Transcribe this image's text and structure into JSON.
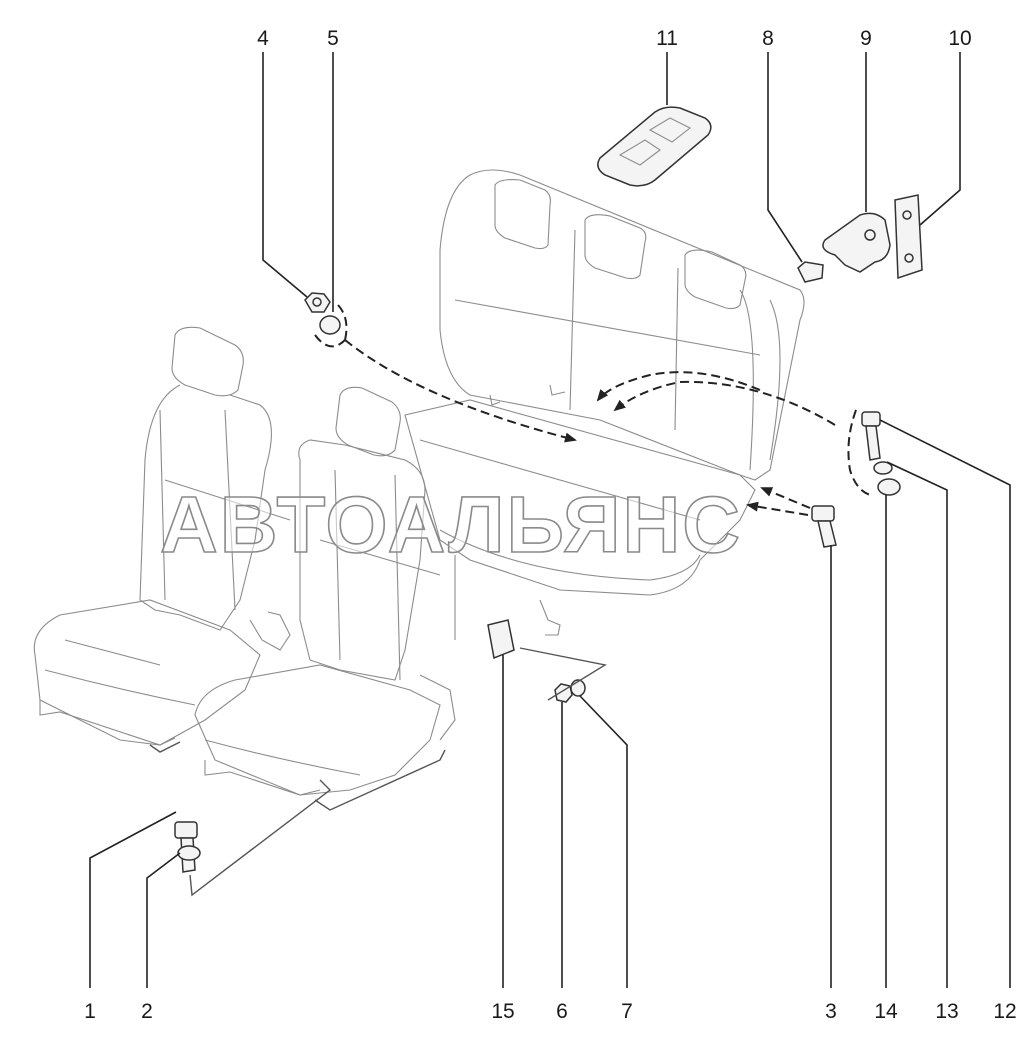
{
  "watermark": "АВТОАЛЬЯНС",
  "callouts": [
    {
      "id": "c1",
      "label": "1"
    },
    {
      "id": "c2",
      "label": "2"
    },
    {
      "id": "c3",
      "label": "3"
    },
    {
      "id": "c4",
      "label": "4"
    },
    {
      "id": "c5",
      "label": "5"
    },
    {
      "id": "c6",
      "label": "6"
    },
    {
      "id": "c7",
      "label": "7"
    },
    {
      "id": "c8",
      "label": "8"
    },
    {
      "id": "c9",
      "label": "9"
    },
    {
      "id": "c10",
      "label": "10"
    },
    {
      "id": "c11",
      "label": "11"
    },
    {
      "id": "c12",
      "label": "12"
    },
    {
      "id": "c13",
      "label": "13"
    },
    {
      "id": "c14",
      "label": "14"
    },
    {
      "id": "c15",
      "label": "15"
    }
  ],
  "colors": {
    "line": "#222222",
    "faint": "#8c8c8c",
    "background": "#ffffff"
  }
}
